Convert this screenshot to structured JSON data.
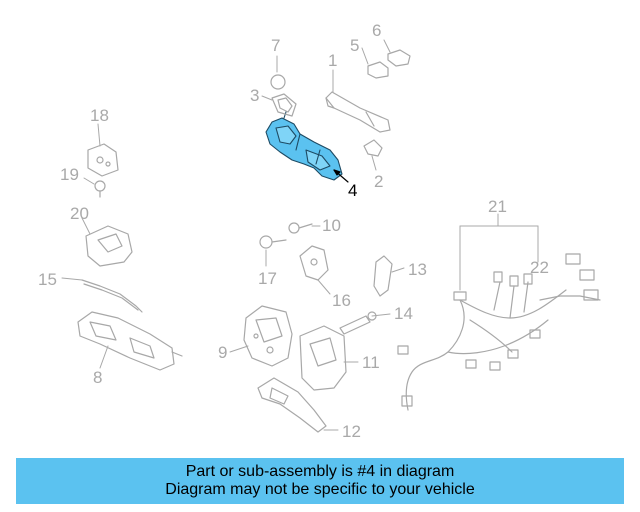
{
  "colors": {
    "highlight": "#5bc2f0",
    "parts": "#b0b0b0",
    "active_label": "#000000"
  },
  "callouts": {
    "c1": "1",
    "c2": "2",
    "c3": "3",
    "c4": "4",
    "c5": "5",
    "c6": "6",
    "c7": "7",
    "c8": "8",
    "c9": "9",
    "c10": "10",
    "c11": "11",
    "c12": "12",
    "c13": "13",
    "c14": "14",
    "c15": "15",
    "c16": "16",
    "c17": "17",
    "c18": "18",
    "c19": "19",
    "c20": "20",
    "c21": "21",
    "c22": "22"
  },
  "banner": {
    "line1": "Part or sub-assembly is #4 in diagram",
    "line2": "Diagram may not be specific to your vehicle"
  }
}
